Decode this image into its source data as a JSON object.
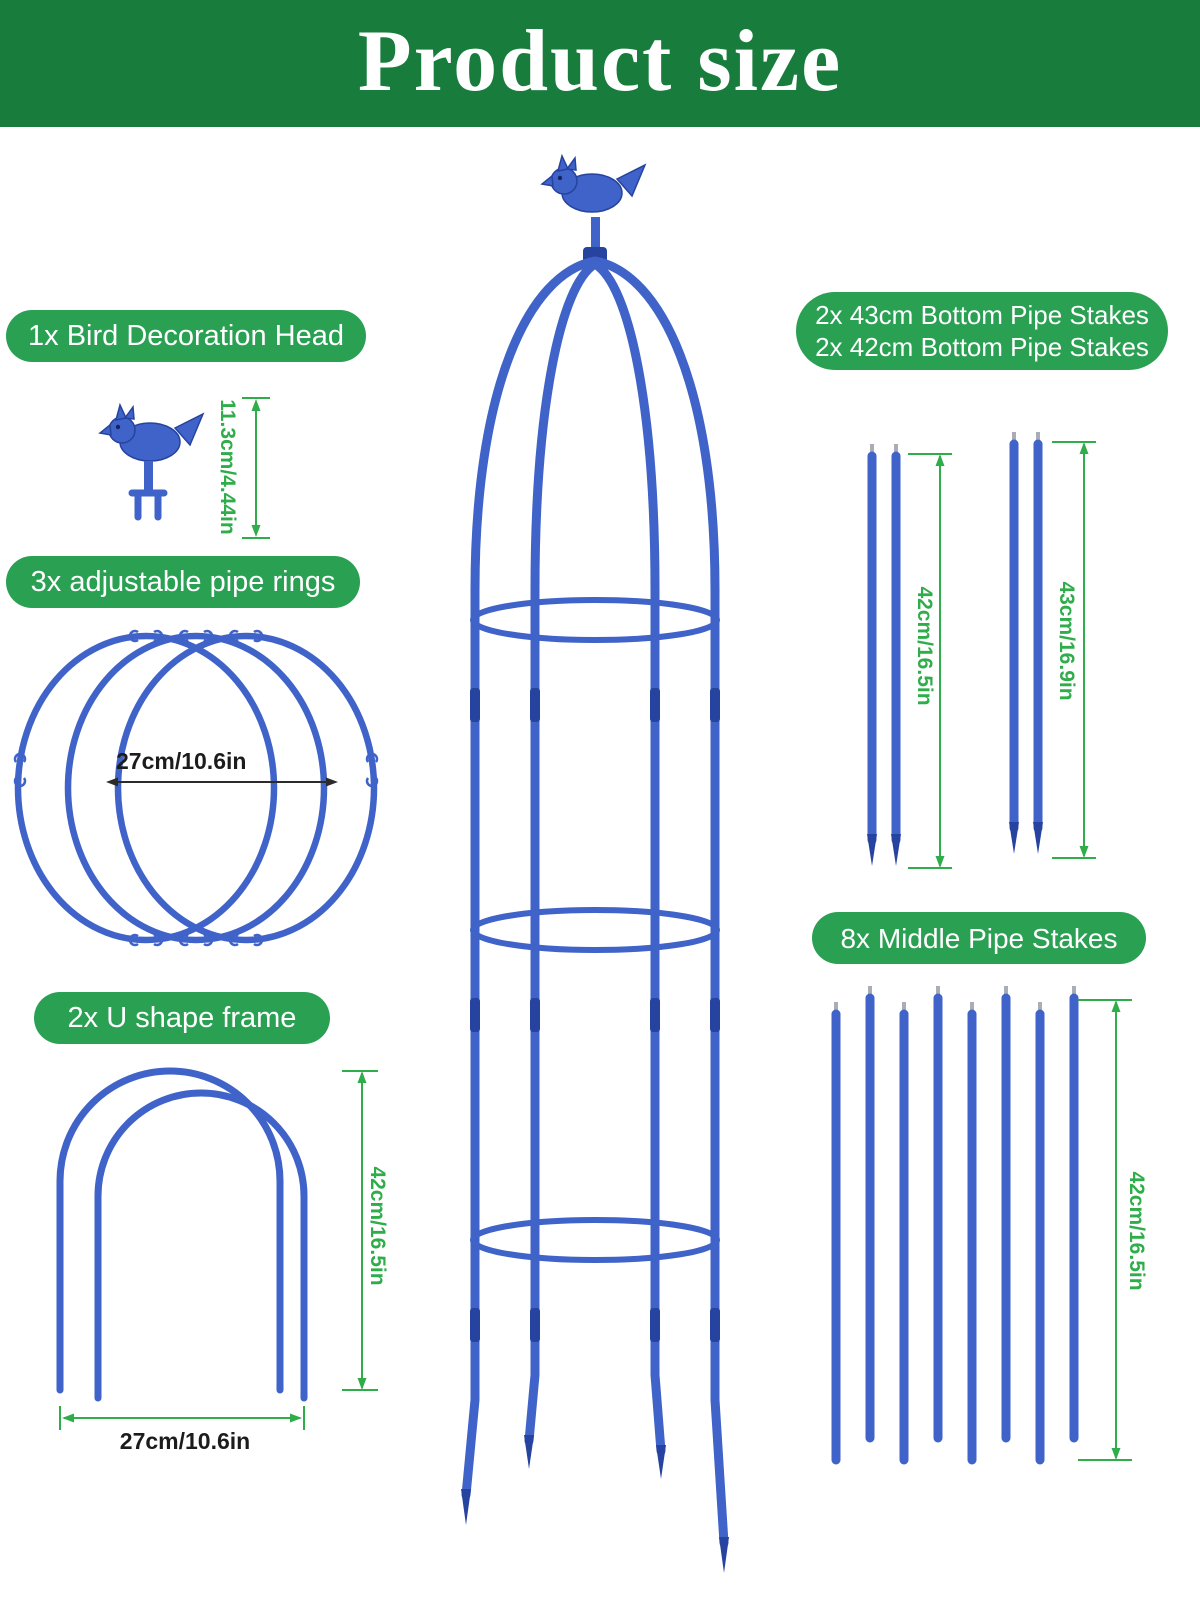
{
  "title": "Product size",
  "colors": {
    "banner_green": "#187d3c",
    "pill_green": "#2aa053",
    "dimension_green": "#2fad4a",
    "dimension_black": "#1c1c1c",
    "product_blue": "#3f63c8",
    "product_blue_dark": "#26439f",
    "pin_silver": "#a9aeb6"
  },
  "icons": {
    "bird": "bird-decoration-icon",
    "obelisk": "obelisk-trellis-illustration",
    "rings": "pipe-rings-illustration",
    "u_frame": "u-shape-frame-illustration",
    "stakes": "pipe-stakes-illustration"
  },
  "labels": {
    "bird": "1x Bird Decoration Head",
    "rings": "3x adjustable pipe rings",
    "u_frame": "2x U shape frame",
    "bottom_stakes_line1": "2x 43cm Bottom Pipe Stakes",
    "bottom_stakes_line2": "2x 42cm Bottom Pipe Stakes",
    "middle_stakes": "8x Middle Pipe Stakes"
  },
  "dimensions": {
    "bird_height": "11.3cm/4.44in",
    "rings_diameter": "27cm/10.6in",
    "u_frame_height": "42cm/16.5in",
    "u_frame_width": "27cm/10.6in",
    "bottom_stake_left": "42cm/16.5in",
    "bottom_stake_right": "43cm/16.9in",
    "middle_stake_height": "42cm/16.5in"
  }
}
